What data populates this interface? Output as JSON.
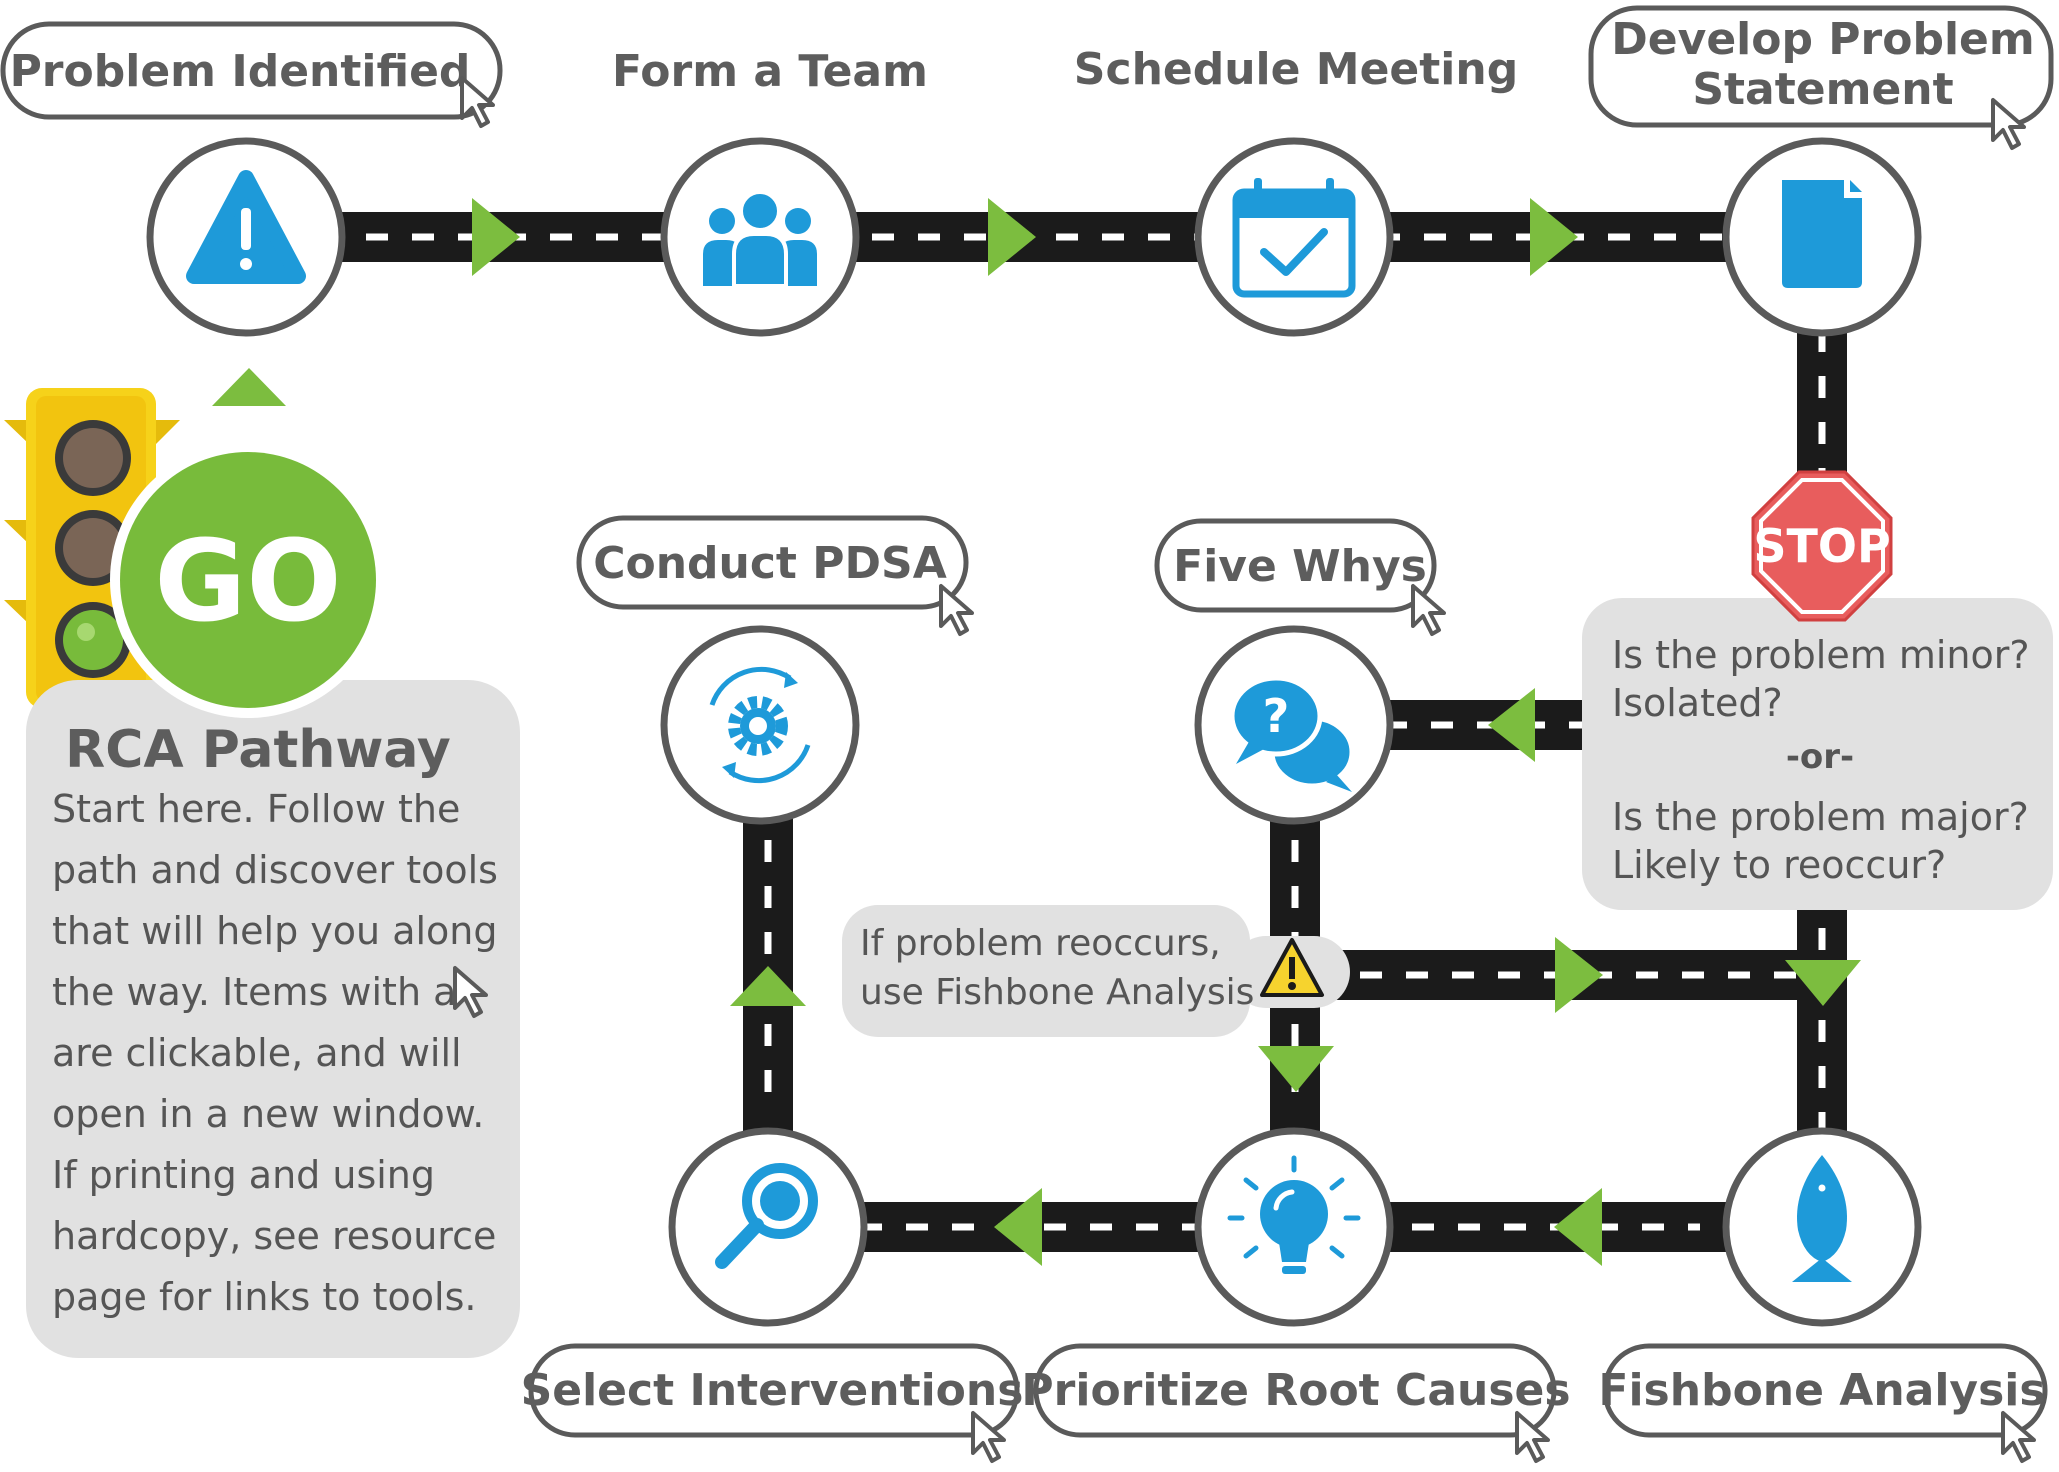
{
  "colors": {
    "road": "#1b1b1b",
    "dash": "#ffffff",
    "arrow": "#7cbd3f",
    "icon": "#1e9ad9",
    "outline": "#5a5a5a",
    "panel": "#e1e1e1",
    "stop": "#e85d5d",
    "go": "#78bb3b",
    "traffic_light": "#f6d21a",
    "warning": "#f6d32e"
  },
  "steps": {
    "problem_identified": {
      "label": "Problem Identified",
      "icon": "warning-icon"
    },
    "form_team": {
      "label": "Form a Team",
      "icon": "team-icon"
    },
    "schedule_meeting": {
      "label": "Schedule Meeting",
      "icon": "calendar-icon"
    },
    "develop_problem_statement": {
      "label_line1": "Develop Problem",
      "label_line2": "Statement",
      "icon": "document-icon"
    },
    "five_whys": {
      "label": "Five Whys",
      "icon": "question-chat-icon"
    },
    "conduct_pdsa": {
      "label": "Conduct PDSA",
      "icon": "gear-cycle-icon"
    },
    "select_interventions": {
      "label": "Select Interventions",
      "icon": "magnifier-icon"
    },
    "prioritize_root_causes": {
      "label": "Prioritize Root Causes",
      "icon": "lightbulb-icon"
    },
    "fishbone_analysis": {
      "label": "Fishbone Analysis",
      "icon": "fish-icon"
    }
  },
  "stop_sign": {
    "text": "STOP"
  },
  "decision": {
    "minor_line1": "Is the problem minor?",
    "minor_line2": "Isolated?",
    "or": "-or-",
    "major_line1": "Is the problem major?",
    "major_line2": "Likely to reoccur?"
  },
  "reoccur_note": {
    "line1": "If problem reoccurs,",
    "line2": "use Fishbone Analysis"
  },
  "go_sign": {
    "text": "GO"
  },
  "intro": {
    "title": "RCA Pathway",
    "lines": [
      "Start here. Follow the",
      "path and discover tools",
      "that will help you along",
      "the way. Items with a",
      "are clickable, and will",
      "open in a new window.",
      "If printing and using",
      "hardcopy, see resource",
      "page for links to tools."
    ]
  }
}
